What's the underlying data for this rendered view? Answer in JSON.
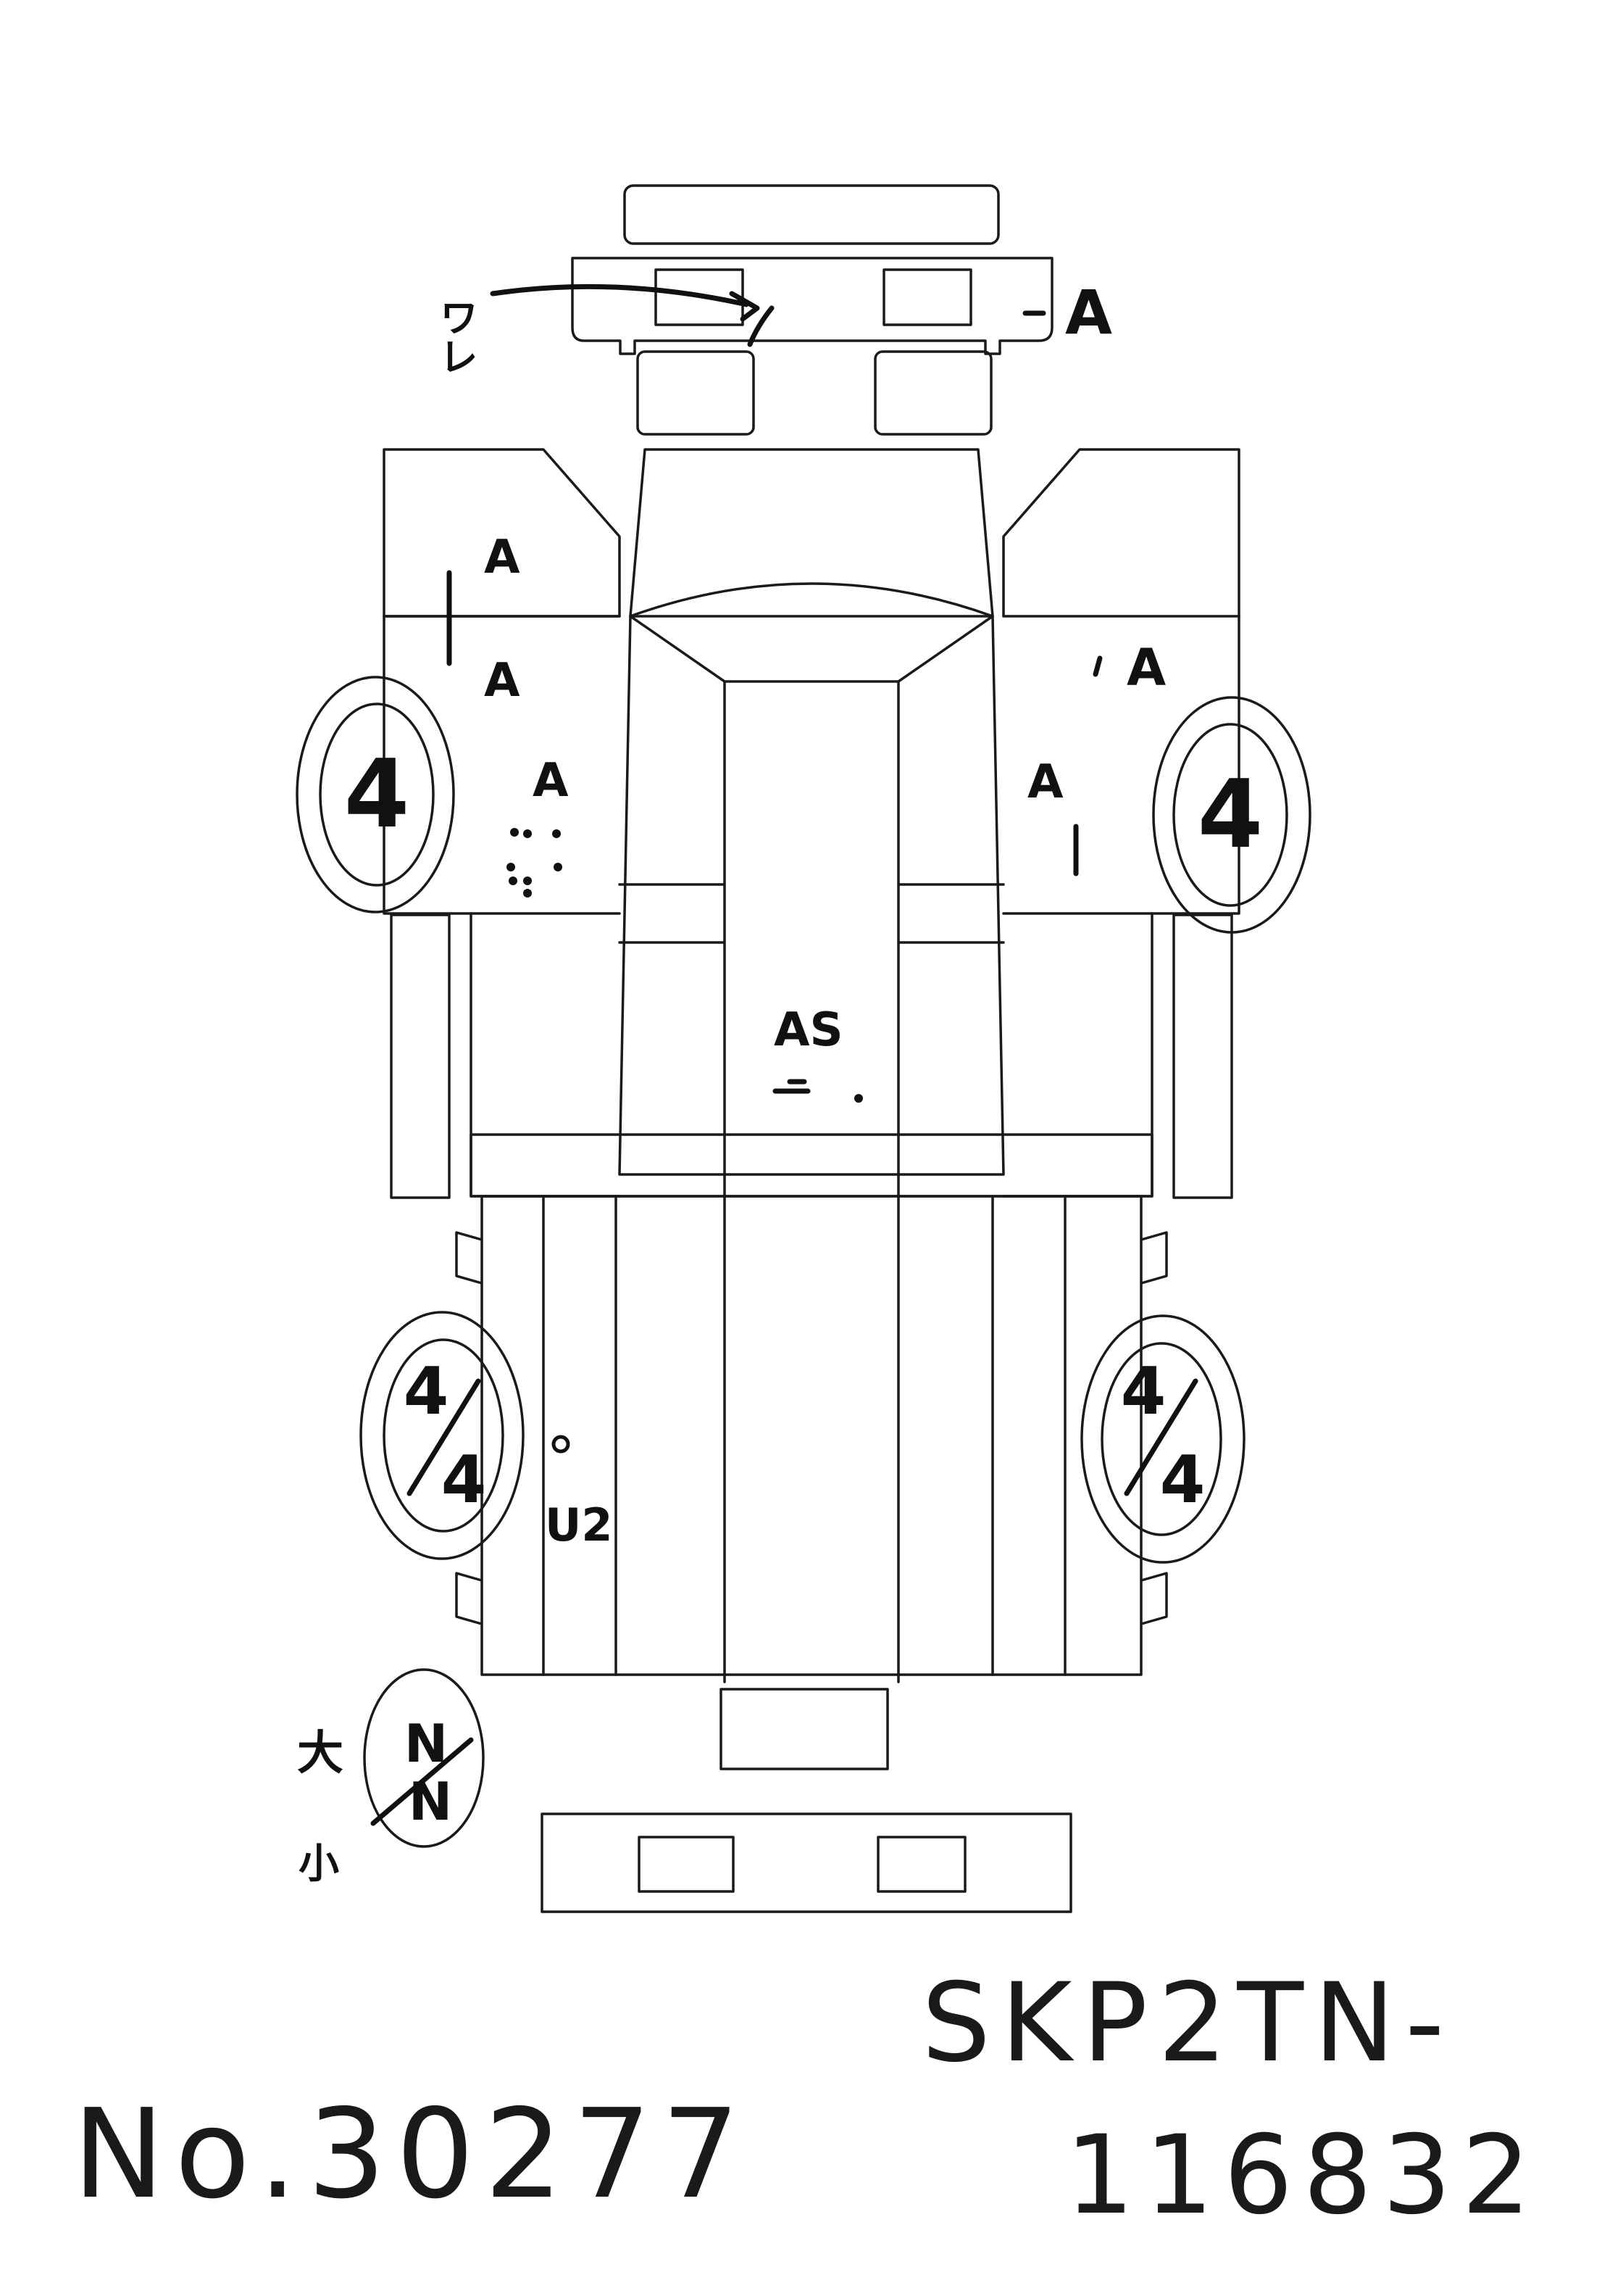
{
  "annotations": {
    "front_note_katakana": "ワレ",
    "front_bumper_grade": "A",
    "left_upper_1": "A",
    "left_upper_2": "A",
    "left_door": "A",
    "right_upper": "A",
    "right_door": "A",
    "roof": "AS",
    "rear_left": "U2",
    "large_label": "大",
    "small_label": "小"
  },
  "tires": {
    "front_left": "4",
    "front_right": "4",
    "rear_left_num": "4",
    "rear_left_den": "4",
    "rear_right_num": "4",
    "rear_right_den": "4",
    "spare_top": "N",
    "spare_bottom": "N"
  },
  "footer": {
    "number": "No.30277",
    "chassis_line1": "SKP2TN-",
    "chassis_line2": "116832"
  }
}
